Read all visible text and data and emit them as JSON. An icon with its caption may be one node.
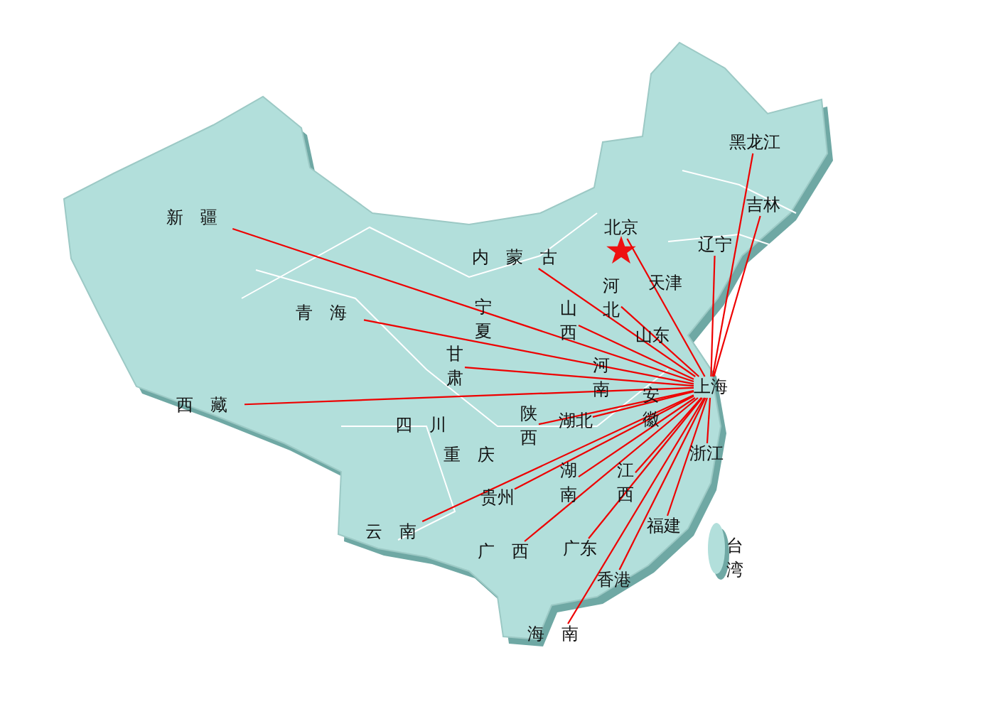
{
  "diagram": {
    "nodes": [
      {
        "text": [
          "上海"
        ]
      },
      {
        "text": [
          "黑龙江"
        ]
      },
      {
        "text": [
          "吉林"
        ]
      },
      {
        "text": [
          "辽宁"
        ]
      },
      {
        "text": [
          "北京"
        ]
      },
      {
        "text": [
          "内蒙古"
        ]
      },
      {
        "text": [
          "河北"
        ]
      },
      {
        "text": [
          "新疆"
        ]
      },
      {
        "text": [
          "青海"
        ]
      },
      {
        "text": [
          "甘肃"
        ]
      },
      {
        "text": [
          "山西"
        ]
      },
      {
        "text": [
          "陕西"
        ]
      },
      {
        "text": [
          "西藏"
        ]
      },
      {
        "text": [
          "湖北"
        ]
      },
      {
        "text": [
          "云南"
        ]
      },
      {
        "text": [
          "贵州"
        ]
      },
      {
        "text": [
          "湖南"
        ]
      },
      {
        "text": [
          "广西"
        ]
      },
      {
        "text": [
          "海南"
        ]
      },
      {
        "text": [
          "广东"
        ]
      },
      {
        "text": [
          "香港"
        ]
      },
      {
        "text": [
          "江西"
        ]
      },
      {
        "text": [
          "福建"
        ]
      },
      {
        "text": [
          "浙江"
        ]
      }
    ],
    "edges": [
      {
        "from": 0,
        "to": 1,
        "arrow": "none"
      },
      {
        "from": 0,
        "to": 2,
        "arrow": "none"
      },
      {
        "from": 0,
        "to": 3,
        "arrow": "none"
      },
      {
        "from": 0,
        "to": 4,
        "arrow": "none"
      },
      {
        "from": 0,
        "to": 5,
        "arrow": "none"
      },
      {
        "from": 0,
        "to": 6,
        "arrow": "none"
      },
      {
        "from": 0,
        "to": 7,
        "arrow": "none"
      },
      {
        "from": 0,
        "to": 8,
        "arrow": "none"
      },
      {
        "from": 0,
        "to": 9,
        "arrow": "none"
      },
      {
        "from": 0,
        "to": 10,
        "arrow": "none"
      },
      {
        "from": 0,
        "to": 11,
        "arrow": "none"
      },
      {
        "from": 0,
        "to": 12,
        "arrow": "none"
      },
      {
        "from": 0,
        "to": 13,
        "arrow": "none"
      },
      {
        "from": 0,
        "to": 14,
        "arrow": "none"
      },
      {
        "from": 0,
        "to": 15,
        "arrow": "none"
      },
      {
        "from": 0,
        "to": 16,
        "arrow": "none"
      },
      {
        "from": 0,
        "to": 17,
        "arrow": "none"
      },
      {
        "from": 0,
        "to": 18,
        "arrow": "none"
      },
      {
        "from": 0,
        "to": 19,
        "arrow": "none"
      },
      {
        "from": 0,
        "to": 20,
        "arrow": "none"
      },
      {
        "from": 0,
        "to": 21,
        "arrow": "none"
      },
      {
        "from": 0,
        "to": 22,
        "arrow": "none"
      },
      {
        "from": 0,
        "to": 23,
        "arrow": "none"
      }
    ],
    "labels": [
      "天津",
      "山东",
      "宁夏",
      "河南",
      "四川",
      "重庆",
      "台湾",
      "安徽"
    ]
  }
}
